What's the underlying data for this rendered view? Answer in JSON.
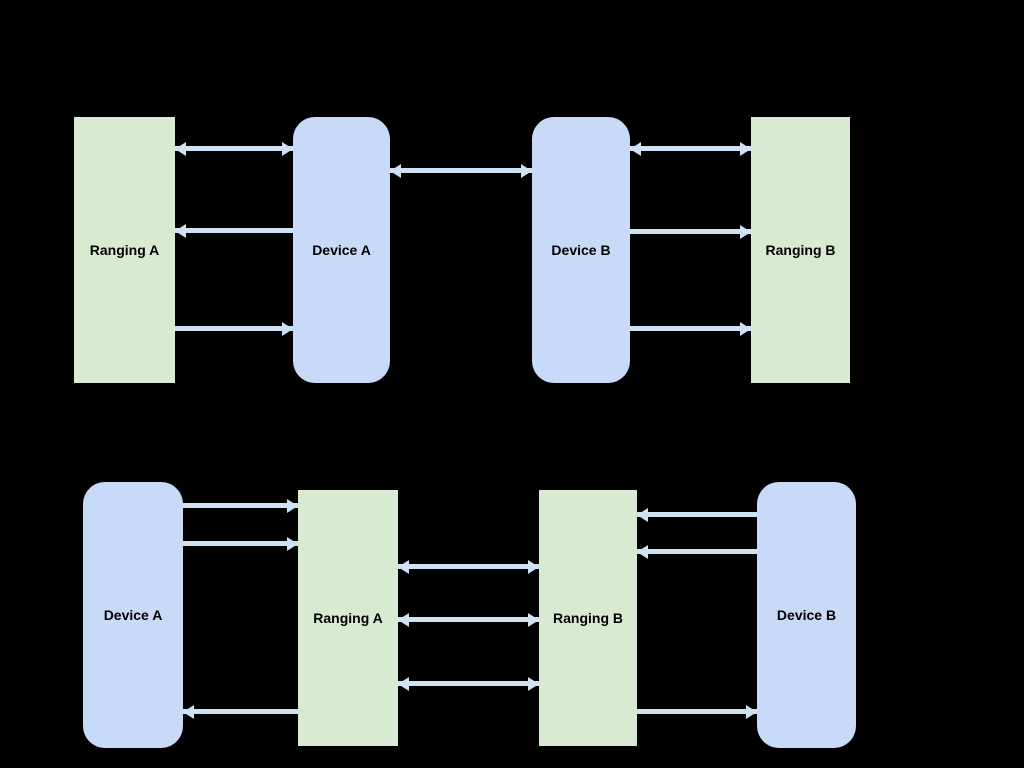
{
  "colors": {
    "background": "#000000",
    "device_box_fill": "#c9daf8",
    "ranging_box_fill": "#d9ead3",
    "arrow": "#cfe2f3",
    "label_text": "#000000"
  },
  "top_diagram": {
    "boxes": [
      {
        "id": "ranging-a",
        "label": "Ranging A",
        "shape": "rectangle"
      },
      {
        "id": "device-a",
        "label": "Device A",
        "shape": "rounded-rectangle"
      },
      {
        "id": "device-b",
        "label": "Device B",
        "shape": "rounded-rectangle"
      },
      {
        "id": "ranging-b",
        "label": "Ranging B",
        "shape": "rectangle"
      }
    ],
    "connections": [
      {
        "between": [
          "Ranging A",
          "Device A"
        ],
        "arrows": [
          "bidirectional",
          "to Ranging A",
          "to Device A"
        ]
      },
      {
        "between": [
          "Device A",
          "Device B"
        ],
        "arrows": [
          "bidirectional"
        ]
      },
      {
        "between": [
          "Device B",
          "Ranging B"
        ],
        "arrows": [
          "bidirectional",
          "to Ranging B",
          "to Ranging B"
        ]
      }
    ]
  },
  "bottom_diagram": {
    "boxes": [
      {
        "id": "device-a",
        "label": "Device A",
        "shape": "rounded-rectangle"
      },
      {
        "id": "ranging-a",
        "label": "Ranging A",
        "shape": "rectangle"
      },
      {
        "id": "ranging-b",
        "label": "Ranging B",
        "shape": "rectangle"
      },
      {
        "id": "device-b",
        "label": "Device B",
        "shape": "rounded-rectangle"
      }
    ],
    "connections": [
      {
        "between": [
          "Device A",
          "Ranging A"
        ],
        "arrows": [
          "to Ranging A",
          "to Ranging A",
          "to Device A"
        ]
      },
      {
        "between": [
          "Ranging A",
          "Ranging B"
        ],
        "arrows": [
          "bidirectional",
          "bidirectional",
          "bidirectional"
        ]
      },
      {
        "between": [
          "Ranging B",
          "Device B"
        ],
        "arrows": [
          "to Ranging B",
          "to Ranging B",
          "to Device B"
        ]
      }
    ]
  }
}
